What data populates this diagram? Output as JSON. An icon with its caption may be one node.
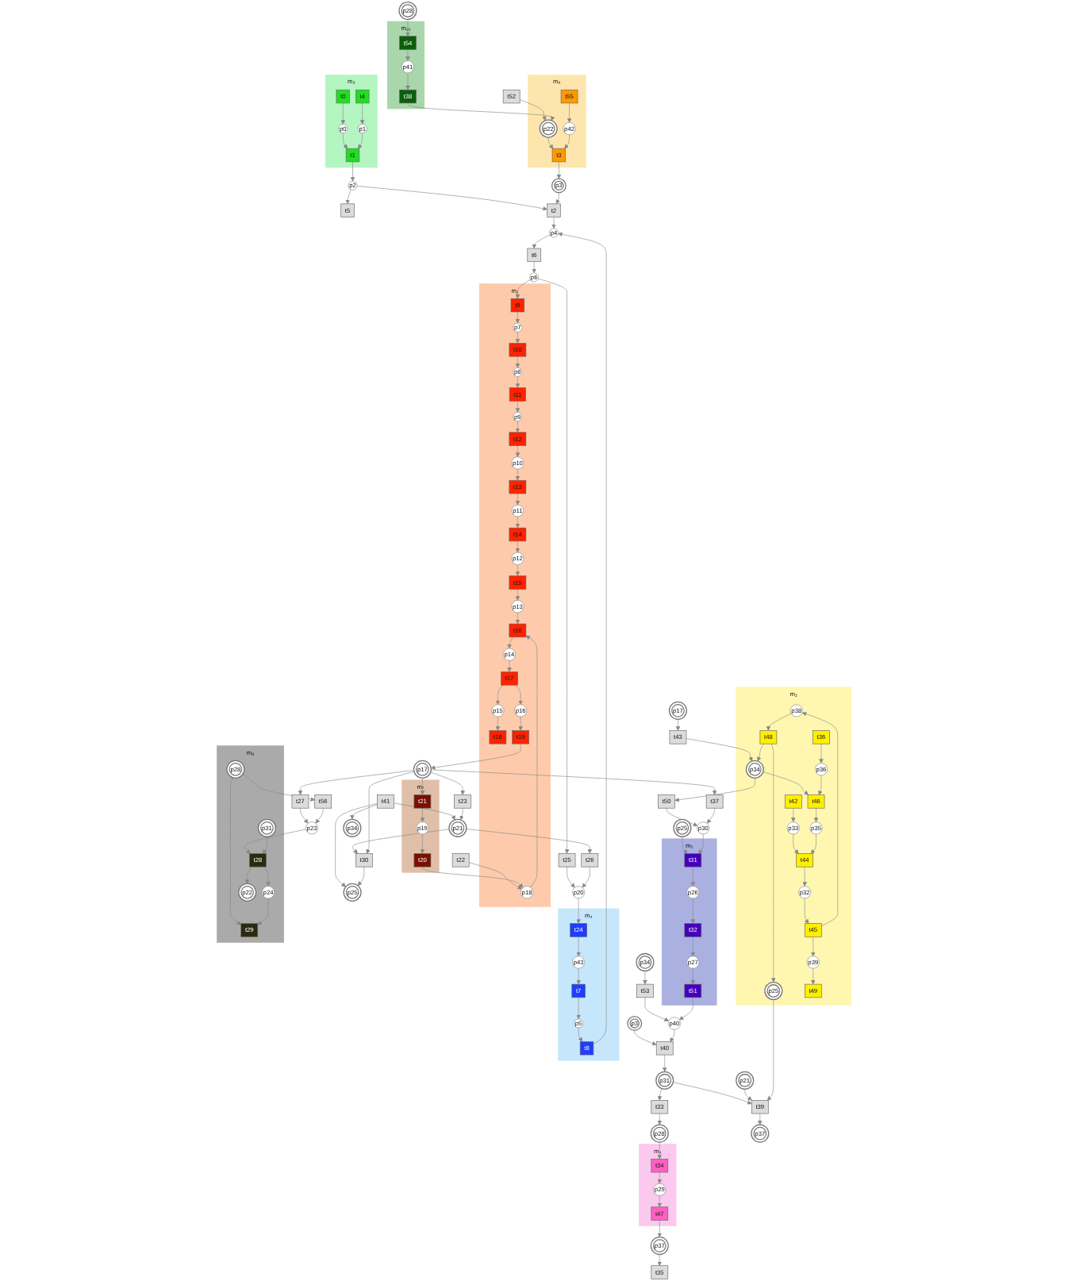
{
  "diagram": {
    "nodes": [
      {
        "text": [
          "m₃"
        ]
      },
      {
        "text": [
          "t0"
        ],
        "in": 0
      },
      {
        "text": [
          "p0"
        ],
        "in": 0
      },
      {
        "text": [
          "t4"
        ],
        "in": 0
      },
      {
        "text": [
          "t1"
        ],
        "in": 0
      },
      {
        "text": [
          "p1"
        ],
        "in": 0
      },
      {
        "text": [
          "m₆"
        ]
      },
      {
        "text": [
          "t3"
        ],
        "in": 6
      },
      {
        "text": [
          "p22"
        ],
        "in": 6
      },
      {
        "text": [
          "p42"
        ],
        "in": 6
      },
      {
        "text": [
          "t55"
        ],
        "in": 6
      },
      {
        "text": [
          "t52"
        ]
      },
      {
        "text": [
          "m₁₀"
        ]
      },
      {
        "text": [
          "t38"
        ],
        "in": 12
      },
      {
        "text": [
          "p41"
        ],
        "in": 12
      },
      {
        "text": [
          "t54"
        ],
        "in": 12
      },
      {
        "text": [
          "p28"
        ]
      },
      {
        "text": [
          "t5"
        ]
      },
      {
        "text": [
          "p2"
        ]
      },
      {
        "text": [
          "t2"
        ]
      },
      {
        "text": [
          "p3"
        ]
      },
      {
        "text": [
          "p4"
        ]
      },
      {
        "text": [
          "m₄"
        ]
      },
      {
        "text": [
          "t8"
        ],
        "in": 22
      },
      {
        "text": [
          "p5"
        ],
        "in": 22
      },
      {
        "text": [
          "t7"
        ],
        "in": 22
      },
      {
        "text": [
          "p43"
        ],
        "in": 22
      },
      {
        "text": [
          "t24"
        ],
        "in": 22
      },
      {
        "text": [
          "m₉"
        ]
      },
      {
        "text": [
          "t47"
        ],
        "in": 28
      },
      {
        "text": [
          "p29"
        ],
        "in": 28
      },
      {
        "text": [
          "t34"
        ],
        "in": 28
      },
      {
        "text": [
          "p37"
        ]
      },
      {
        "text": [
          "t35"
        ]
      },
      {
        "text": [
          "t6"
        ]
      },
      {
        "text": [
          "p6"
        ]
      },
      {
        "text": [
          "m₁"
        ]
      },
      {
        "text": [
          "t9"
        ],
        "in": 36
      },
      {
        "text": [
          "p7"
        ],
        "in": 36
      },
      {
        "text": [
          "t10"
        ],
        "in": 36
      },
      {
        "text": [
          "p8"
        ],
        "in": 36
      },
      {
        "text": [
          "t11"
        ],
        "in": 36
      },
      {
        "text": [
          "p9"
        ],
        "in": 36
      },
      {
        "text": [
          "t12"
        ],
        "in": 36
      },
      {
        "text": [
          "p10"
        ],
        "in": 36
      },
      {
        "text": [
          "t13"
        ],
        "in": 36
      },
      {
        "text": [
          "p11"
        ],
        "in": 36
      },
      {
        "text": [
          "t14"
        ],
        "in": 36
      },
      {
        "text": [
          "p12"
        ],
        "in": 36
      },
      {
        "text": [
          "t15"
        ],
        "in": 36
      },
      {
        "text": [
          "p13"
        ],
        "in": 36
      },
      {
        "text": [
          "t16"
        ],
        "in": 36
      },
      {
        "text": [
          "p14"
        ],
        "in": 36
      },
      {
        "text": [
          "t17"
        ],
        "in": 36
      },
      {
        "text": [
          "p15"
        ],
        "in": 36
      },
      {
        "text": [
          "t18"
        ],
        "in": 36
      },
      {
        "text": [
          "p16"
        ],
        "in": 36
      },
      {
        "text": [
          "t19"
        ],
        "in": 36
      },
      {
        "text": [
          "p18"
        ],
        "in": 36
      },
      {
        "text": [
          "t25"
        ]
      },
      {
        "text": [
          "p20"
        ]
      },
      {
        "text": [
          "t26"
        ]
      },
      {
        "text": [
          "p3"
        ]
      },
      {
        "text": [
          "p28"
        ]
      },
      {
        "text": [
          "t33"
        ]
      },
      {
        "text": [
          "p37"
        ]
      },
      {
        "text": [
          "t39"
        ]
      },
      {
        "text": [
          "p21"
        ]
      },
      {
        "text": [
          "t40"
        ]
      },
      {
        "text": [
          "p31"
        ]
      },
      {
        "text": [
          "p40"
        ]
      },
      {
        "text": [
          "t53"
        ]
      },
      {
        "text": [
          "p34"
        ]
      },
      {
        "text": [
          "m₂"
        ]
      },
      {
        "text": [
          "p25"
        ],
        "in": 73
      },
      {
        "text": [
          "p38"
        ],
        "in": 73
      },
      {
        "text": [
          "t48"
        ],
        "in": 73
      },
      {
        "text": [
          "p34"
        ],
        "in": 73
      },
      {
        "text": [
          "t49"
        ],
        "in": 73
      },
      {
        "text": [
          "p39"
        ],
        "in": 73
      },
      {
        "text": [
          "t45"
        ],
        "in": 73
      },
      {
        "text": [
          "p32"
        ],
        "in": 73
      },
      {
        "text": [
          "t44"
        ],
        "in": 73
      },
      {
        "text": [
          "p35"
        ],
        "in": 73
      },
      {
        "text": [
          "t46"
        ],
        "in": 73
      },
      {
        "text": [
          "t42"
        ],
        "in": 73
      },
      {
        "text": [
          "p33"
        ],
        "in": 73
      },
      {
        "text": [
          "t36"
        ],
        "in": 73
      },
      {
        "text": [
          "p36"
        ],
        "in": 73
      },
      {
        "text": [
          "p17"
        ]
      },
      {
        "text": [
          "t43"
        ]
      },
      {
        "text": [
          "m₅"
        ]
      },
      {
        "text": [
          "t51"
        ],
        "in": 91
      },
      {
        "text": [
          "p27"
        ],
        "in": 91
      },
      {
        "text": [
          "t32"
        ],
        "in": 91
      },
      {
        "text": [
          "p26"
        ],
        "in": 91
      },
      {
        "text": [
          "t31"
        ],
        "in": 91
      },
      {
        "text": [
          "p25"
        ]
      },
      {
        "text": [
          "t50"
        ]
      },
      {
        "text": [
          "p30"
        ]
      },
      {
        "text": [
          "p34"
        ]
      },
      {
        "text": [
          "t41"
        ]
      },
      {
        "text": [
          "p25"
        ]
      },
      {
        "text": [
          "p21"
        ]
      },
      {
        "text": [
          "t30"
        ]
      },
      {
        "text": [
          "t23"
        ]
      },
      {
        "text": [
          "p17"
        ]
      },
      {
        "text": [
          "t37"
        ]
      },
      {
        "text": [
          "t27"
        ]
      },
      {
        "text": [
          "m₇"
        ]
      },
      {
        "text": [
          "t21"
        ],
        "in": 109
      },
      {
        "text": [
          "p19"
        ],
        "in": 109
      },
      {
        "text": [
          "t20"
        ],
        "in": 109
      },
      {
        "text": [
          "t22"
        ]
      },
      {
        "text": [
          "p23"
        ]
      },
      {
        "text": [
          "m₈"
        ]
      },
      {
        "text": [
          "t29"
        ],
        "in": 115
      },
      {
        "text": [
          "p24"
        ],
        "in": 115
      },
      {
        "text": [
          "p31"
        ],
        "in": 115
      },
      {
        "text": [
          "t28"
        ],
        "in": 115
      },
      {
        "text": [
          "p22"
        ],
        "in": 115
      },
      {
        "text": [
          "p28"
        ],
        "in": 115
      },
      {
        "text": [
          "t56"
        ]
      }
    ],
    "edges": [
      {
        "from": 1,
        "to": 2,
        "arrow": "to"
      },
      {
        "from": 2,
        "to": 4,
        "arrow": "to"
      },
      {
        "from": 3,
        "to": 5,
        "arrow": "to"
      },
      {
        "from": 5,
        "to": 4,
        "arrow": "to"
      },
      {
        "from": 4,
        "to": 18,
        "arrow": "to"
      },
      {
        "from": 18,
        "to": 17,
        "arrow": "to"
      },
      {
        "from": 18,
        "to": 19,
        "arrow": "to"
      },
      {
        "from": 20,
        "to": 19,
        "arrow": "to"
      },
      {
        "from": 19,
        "to": 21,
        "arrow": "to"
      },
      {
        "from": 7,
        "to": 20,
        "arrow": "to"
      },
      {
        "from": 8,
        "to": 7,
        "arrow": "to"
      },
      {
        "from": 9,
        "to": 7,
        "arrow": "to"
      },
      {
        "from": 10,
        "to": 9,
        "arrow": "to"
      },
      {
        "from": 11,
        "to": 8,
        "arrow": "to"
      },
      {
        "from": 13,
        "to": 8,
        "arrow": "to"
      },
      {
        "from": 14,
        "to": 13,
        "arrow": "to"
      },
      {
        "from": 15,
        "to": 14,
        "arrow": "to"
      },
      {
        "from": 16,
        "to": 15,
        "arrow": "to"
      },
      {
        "from": 23,
        "to": 21,
        "arrow": "to"
      },
      {
        "from": 24,
        "to": 23,
        "arrow": "to"
      },
      {
        "from": 25,
        "to": 24,
        "arrow": "to"
      },
      {
        "from": 26,
        "to": 25,
        "arrow": "to"
      },
      {
        "from": 27,
        "to": 26,
        "arrow": "to"
      },
      {
        "from": 60,
        "to": 27,
        "arrow": "to"
      },
      {
        "from": 59,
        "to": 60,
        "arrow": "to"
      },
      {
        "from": 35,
        "to": 59,
        "arrow": "to"
      },
      {
        "from": 21,
        "to": 34,
        "arrow": "to"
      },
      {
        "from": 34,
        "to": 35,
        "arrow": "to"
      },
      {
        "from": 35,
        "to": 37,
        "arrow": "to"
      },
      {
        "from": 37,
        "to": 38,
        "arrow": "to"
      },
      {
        "from": 38,
        "to": 39,
        "arrow": "to"
      },
      {
        "from": 39,
        "to": 40,
        "arrow": "to"
      },
      {
        "from": 40,
        "to": 41,
        "arrow": "to"
      },
      {
        "from": 41,
        "to": 42,
        "arrow": "to"
      },
      {
        "from": 42,
        "to": 43,
        "arrow": "to"
      },
      {
        "from": 43,
        "to": 44,
        "arrow": "to"
      },
      {
        "from": 44,
        "to": 45,
        "arrow": "to"
      },
      {
        "from": 45,
        "to": 46,
        "arrow": "to"
      },
      {
        "from": 46,
        "to": 47,
        "arrow": "to"
      },
      {
        "from": 47,
        "to": 48,
        "arrow": "to"
      },
      {
        "from": 48,
        "to": 49,
        "arrow": "to"
      },
      {
        "from": 49,
        "to": 50,
        "arrow": "to"
      },
      {
        "from": 50,
        "to": 51,
        "arrow": "to"
      },
      {
        "from": 51,
        "to": 52,
        "arrow": "to"
      },
      {
        "from": 52,
        "to": 53,
        "arrow": "to"
      },
      {
        "from": 53,
        "to": 54,
        "arrow": "to"
      },
      {
        "from": 54,
        "to": 55,
        "arrow": "to"
      },
      {
        "from": 53,
        "to": 56,
        "arrow": "to"
      },
      {
        "from": 56,
        "to": 57,
        "arrow": "to"
      },
      {
        "from": 57,
        "to": 106,
        "arrow": "to"
      },
      {
        "from": 58,
        "to": 51,
        "arrow": "to"
      },
      {
        "from": 113,
        "to": 58,
        "arrow": "to"
      },
      {
        "from": 112,
        "to": 58,
        "arrow": "to"
      },
      {
        "from": 61,
        "to": 60,
        "arrow": "to"
      },
      {
        "from": 103,
        "to": 61,
        "arrow": "to"
      },
      {
        "from": 29,
        "to": 32,
        "arrow": "to"
      },
      {
        "from": 30,
        "to": 29,
        "arrow": "to"
      },
      {
        "from": 31,
        "to": 30,
        "arrow": "to"
      },
      {
        "from": 63,
        "to": 31,
        "arrow": "to"
      },
      {
        "from": 32,
        "to": 33,
        "arrow": "to"
      },
      {
        "from": 64,
        "to": 63,
        "arrow": "to"
      },
      {
        "from": 69,
        "to": 64,
        "arrow": "to"
      },
      {
        "from": 68,
        "to": 69,
        "arrow": "to"
      },
      {
        "from": 62,
        "to": 68,
        "arrow": "to"
      },
      {
        "from": 70,
        "to": 68,
        "arrow": "to"
      },
      {
        "from": 71,
        "to": 70,
        "arrow": "to"
      },
      {
        "from": 72,
        "to": 71,
        "arrow": "to"
      },
      {
        "from": 92,
        "to": 70,
        "arrow": "to"
      },
      {
        "from": 93,
        "to": 92,
        "arrow": "to"
      },
      {
        "from": 94,
        "to": 93,
        "arrow": "to"
      },
      {
        "from": 95,
        "to": 94,
        "arrow": "to"
      },
      {
        "from": 96,
        "to": 95,
        "arrow": "to"
      },
      {
        "from": 97,
        "to": 96,
        "arrow": "to"
      },
      {
        "from": 99,
        "to": 96,
        "arrow": "to"
      },
      {
        "from": 98,
        "to": 99,
        "arrow": "to"
      },
      {
        "from": 77,
        "to": 98,
        "arrow": "to"
      },
      {
        "from": 77,
        "to": 84,
        "arrow": "to"
      },
      {
        "from": 90,
        "to": 77,
        "arrow": "to"
      },
      {
        "from": 89,
        "to": 90,
        "arrow": "to"
      },
      {
        "from": 66,
        "to": 65,
        "arrow": "to"
      },
      {
        "from": 69,
        "to": 66,
        "arrow": "to"
      },
      {
        "from": 67,
        "to": 66,
        "arrow": "to"
      },
      {
        "from": 74,
        "to": 66,
        "arrow": "to"
      },
      {
        "from": 76,
        "to": 74,
        "arrow": "to"
      },
      {
        "from": 76,
        "to": 77,
        "arrow": "to"
      },
      {
        "from": 75,
        "to": 76,
        "arrow": "to"
      },
      {
        "from": 80,
        "to": 75,
        "arrow": "to"
      },
      {
        "from": 80,
        "to": 79,
        "arrow": "to"
      },
      {
        "from": 79,
        "to": 78,
        "arrow": "to"
      },
      {
        "from": 81,
        "to": 80,
        "arrow": "to"
      },
      {
        "from": 82,
        "to": 81,
        "arrow": "to"
      },
      {
        "from": 86,
        "to": 82,
        "arrow": "to"
      },
      {
        "from": 85,
        "to": 86,
        "arrow": "to"
      },
      {
        "from": 83,
        "to": 82,
        "arrow": "to"
      },
      {
        "from": 84,
        "to": 83,
        "arrow": "to"
      },
      {
        "from": 88,
        "to": 84,
        "arrow": "to"
      },
      {
        "from": 87,
        "to": 88,
        "arrow": "to"
      },
      {
        "from": 101,
        "to": 100,
        "arrow": "to"
      },
      {
        "from": 101,
        "to": 102,
        "arrow": "to"
      },
      {
        "from": 101,
        "to": 103,
        "arrow": "to"
      },
      {
        "from": 104,
        "to": 102,
        "arrow": "to"
      },
      {
        "from": 103,
        "to": 104,
        "arrow": "to"
      },
      {
        "from": 106,
        "to": 104,
        "arrow": "to"
      },
      {
        "from": 105,
        "to": 103,
        "arrow": "to"
      },
      {
        "from": 106,
        "to": 105,
        "arrow": "to"
      },
      {
        "from": 106,
        "to": 107,
        "arrow": "to"
      },
      {
        "from": 106,
        "to": 108,
        "arrow": "to"
      },
      {
        "from": 106,
        "to": 110,
        "arrow": "to"
      },
      {
        "from": 110,
        "to": 111,
        "arrow": "to"
      },
      {
        "from": 111,
        "to": 112,
        "arrow": "to"
      },
      {
        "from": 107,
        "to": 99,
        "arrow": "to"
      },
      {
        "from": 108,
        "to": 114,
        "arrow": "to"
      },
      {
        "from": 122,
        "to": 114,
        "arrow": "to"
      },
      {
        "from": 121,
        "to": 122,
        "arrow": "to"
      },
      {
        "from": 121,
        "to": 116,
        "arrow": "to"
      },
      {
        "from": 117,
        "to": 116,
        "arrow": "to"
      },
      {
        "from": 119,
        "to": 117,
        "arrow": "to"
      },
      {
        "from": 114,
        "to": 119,
        "arrow": "to"
      },
      {
        "from": 118,
        "to": 119,
        "arrow": "to"
      },
      {
        "from": 119,
        "to": 120,
        "arrow": "to"
      }
    ]
  }
}
